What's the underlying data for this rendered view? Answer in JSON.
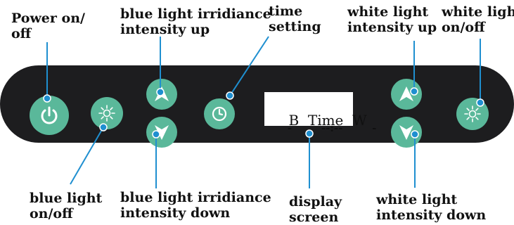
{
  "labels": {
    "power": [
      "Power on/",
      "off"
    ],
    "blue_on_off": [
      "blue light",
      "on/off"
    ],
    "blue_up": [
      "blue light irridiance",
      "intensity up"
    ],
    "blue_down": [
      "blue light irridiance",
      "intensity down"
    ],
    "time": [
      "time",
      "setting"
    ],
    "display": [
      "display",
      "screen"
    ],
    "white_up": [
      "white light",
      "intensity up"
    ],
    "white_down": [
      "white light",
      "intensity down"
    ],
    "white_on_off": [
      "white light",
      "on/off"
    ]
  },
  "screen": {
    "b_label": "B",
    "time_label": "Time",
    "w_label": "W",
    "b_value": "-",
    "time_value": "--:--",
    "w_value": "-"
  },
  "icons": {
    "power": "power-icon",
    "blue_light": "sun-icon",
    "up": "up-arrow-icon",
    "down": "down-arrow-icon",
    "clock": "clock-icon",
    "white_light": "sun-icon"
  },
  "colors": {
    "panel": "#1d1d1f",
    "button": "#5ab89a",
    "leader": "#1f8fd0"
  }
}
